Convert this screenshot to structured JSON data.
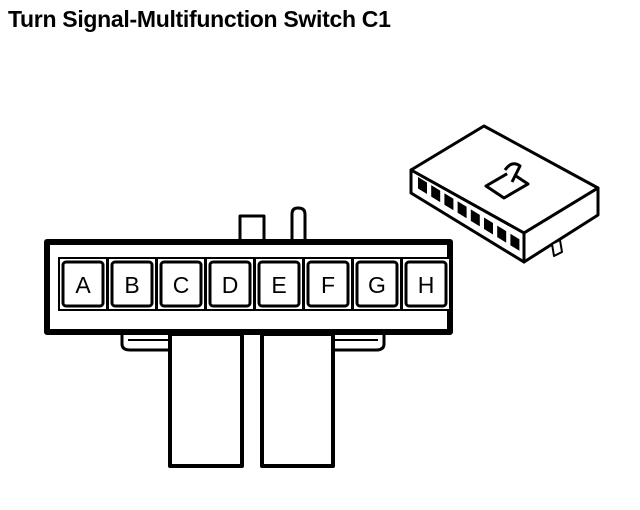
{
  "title": "Turn Signal-Multifunction Switch C1",
  "cavities": [
    "A",
    "B",
    "C",
    "D",
    "E",
    "F",
    "G",
    "H"
  ],
  "colors": {
    "ink": "#000000",
    "paper": "#ffffff"
  }
}
